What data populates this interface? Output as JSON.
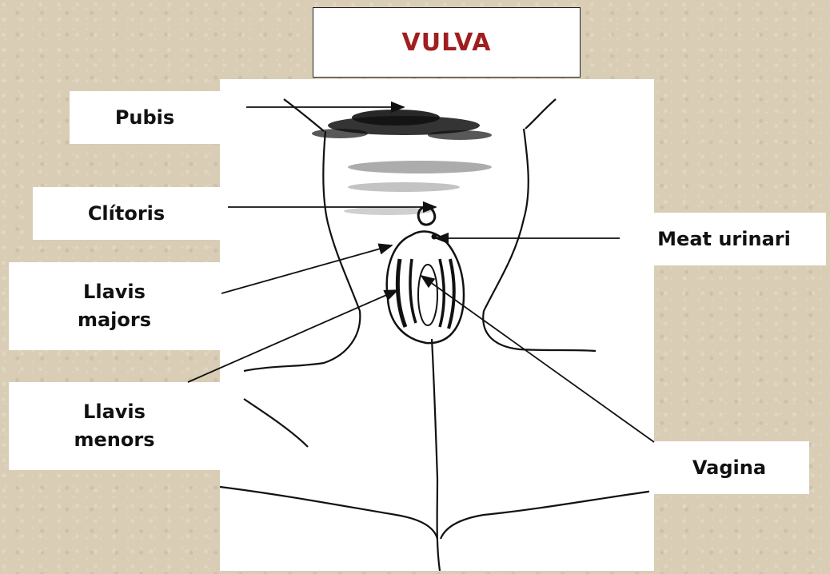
{
  "title": "VULVA",
  "colors": {
    "title": "#a01e1e",
    "background": "#d9cdb6",
    "line": "#111111"
  },
  "labels": {
    "pubis": "Pubis",
    "clitoris": "Clítoris",
    "llavis_majors": "Llavis\nmajors",
    "llavis_menors": "Llavis\nmenors",
    "meat_urinari": "Meat urinari",
    "vagina": "Vagina"
  }
}
